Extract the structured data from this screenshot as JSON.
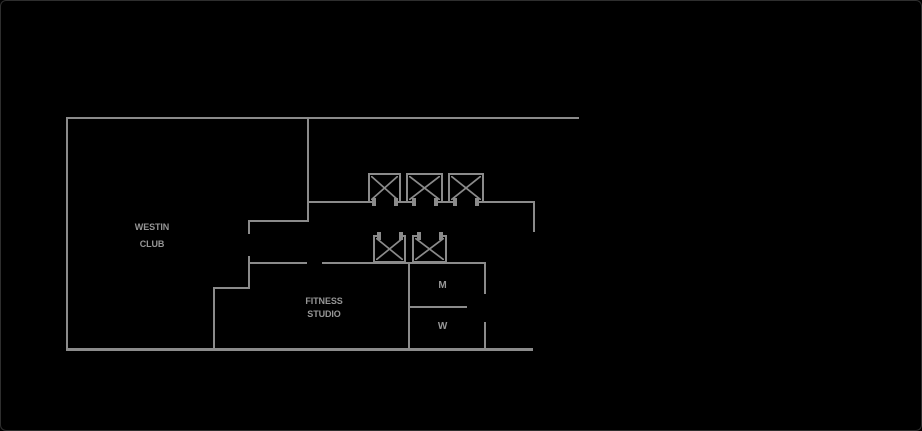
{
  "colors": {
    "background": "#000000",
    "wall": "#8b8b8b",
    "label": "#969696",
    "frame_border": "#2e2e2e"
  },
  "labels": {
    "westin_club": {
      "line1": "WESTIN",
      "line2": "CLUB"
    },
    "fitness_studio": {
      "line1": "FITNESS",
      "line2": "STUDIO"
    },
    "mens_room": "M",
    "womens_room": "W"
  },
  "elevators": {
    "upper_bank_count": 3,
    "lower_bank_count": 2
  }
}
